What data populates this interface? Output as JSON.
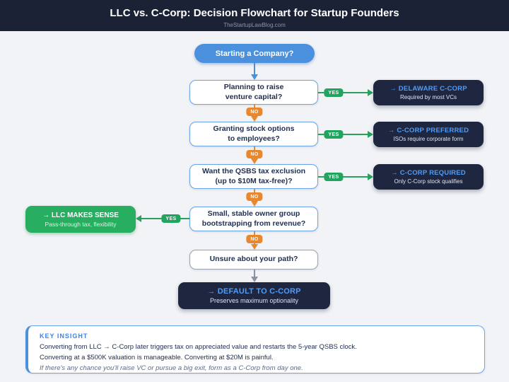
{
  "header": {
    "title": "LLC vs. C-Corp: Decision Flowchart for Startup Founders",
    "subtitle": "TheStartupLawBlog.com"
  },
  "start_node": {
    "label": "Starting a Company?"
  },
  "branch_labels": {
    "yes": "YES",
    "no": "NO"
  },
  "questions": [
    {
      "lines": [
        "Planning to raise",
        "venture capital?"
      ]
    },
    {
      "lines": [
        "Granting stock options",
        "to employees?"
      ]
    },
    {
      "lines": [
        "Want the QSBS tax exclusion",
        "(up to $10M tax-free)?"
      ]
    },
    {
      "lines": [
        "Small, stable owner group",
        "bootstrapping from revenue?"
      ]
    },
    {
      "lines": [
        "Unsure about your path?"
      ]
    }
  ],
  "results": [
    {
      "title": "→ DELAWARE C-CORP",
      "subtitle": "Required by most VCs"
    },
    {
      "title": "→ C-CORP PREFERRED",
      "subtitle": "ISOs require corporate form"
    },
    {
      "title": "→ C-CORP REQUIRED",
      "subtitle": "Only C-Corp stock qualifies"
    }
  ],
  "llc_node": {
    "title": "→ LLC MAKES SENSE",
    "subtitle": "Pass-through tax, flexibility"
  },
  "default_node": {
    "title": "→ DEFAULT TO C-CORP",
    "subtitle": "Preserves maximum optionality"
  },
  "key_insight": {
    "heading": "KEY INSIGHT",
    "line1": "Converting from LLC → C-Corp later triggers tax on appreciated value and restarts the 5-year QSBS clock.",
    "line2": "Converting at a $500K valuation is manageable. Converting at $20M is painful.",
    "line3": "If there's any chance you'll raise VC or pursue a big exit, form as a C-Corp from day one."
  },
  "colors": {
    "header_bg": "#1b2236",
    "canvas_bg": "#f2f3f6",
    "node_dark_bg": "#1f2740",
    "accent_blue": "#4a90dd",
    "link_blue": "#4f9cf7",
    "green": "#27ae60",
    "orange": "#e8872e",
    "question_border": "#6ba3e8"
  }
}
